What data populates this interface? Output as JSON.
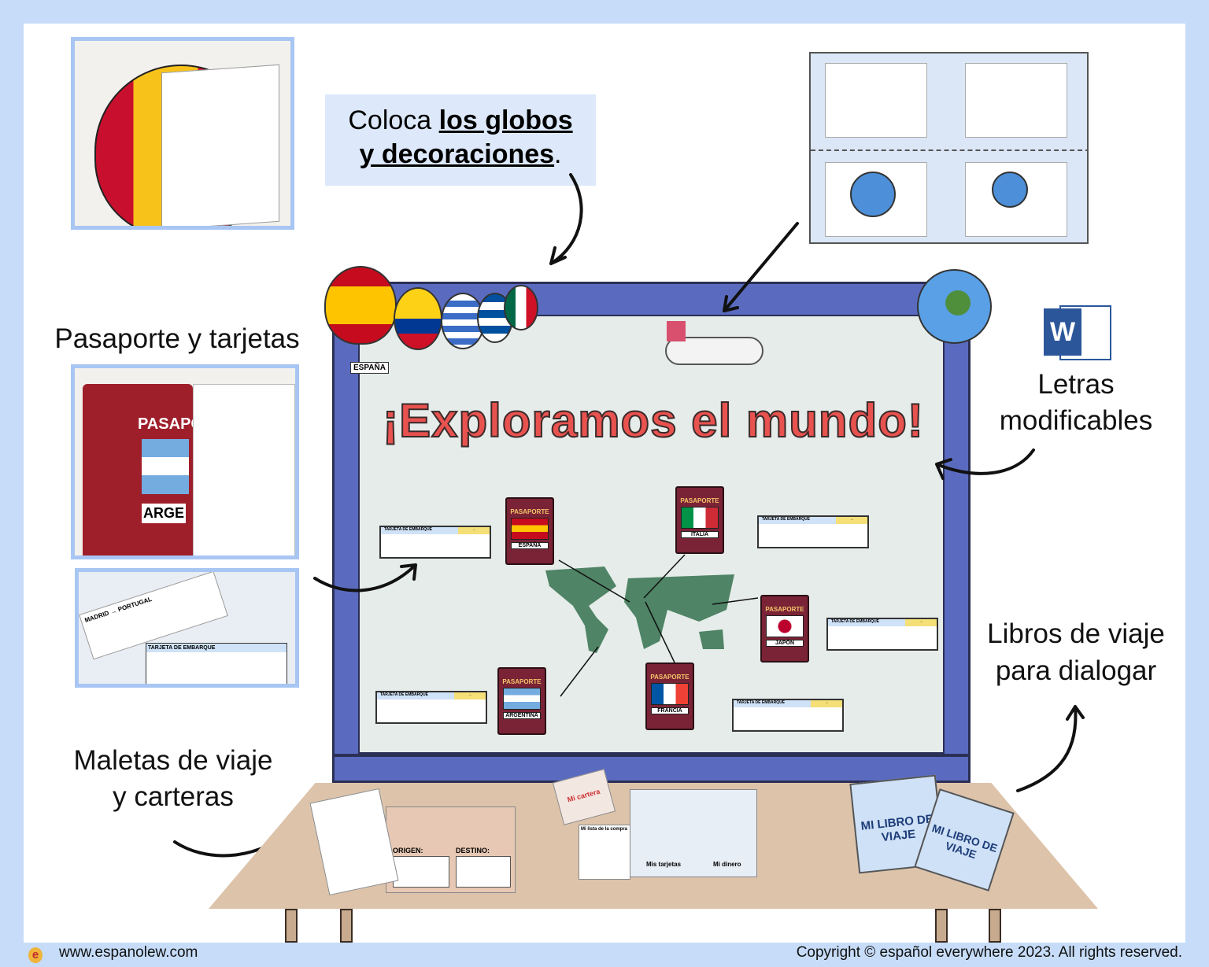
{
  "callout": {
    "prefix": "Coloca ",
    "bold1": "los globos",
    "bold2": "y decoraciones",
    "suffix": "."
  },
  "labels": {
    "passport": "Pasaporte y tarjetas",
    "letters_line1": "Letras",
    "letters_line2": "modificables",
    "books_line1": "Libros de viaje",
    "books_line2": "para dialogar",
    "suitcases_line1": "Maletas de viaje",
    "suitcases_line2": "y carteras"
  },
  "board": {
    "title_open": "¡",
    "title": "Exploramos el mundo",
    "title_close": "!"
  },
  "passports": [
    {
      "heading": "PASAPORTE",
      "country": "ESPAÑA",
      "flag": [
        "#c60b1e",
        "#ffc400",
        "#c60b1e"
      ],
      "dir": "h"
    },
    {
      "heading": "PASAPORTE",
      "country": "ITALIA",
      "flag": [
        "#009246",
        "#ffffff",
        "#ce2b37"
      ],
      "dir": "v"
    },
    {
      "heading": "PASAPORTE",
      "country": "JAPÓN",
      "flag": [
        "#ffffff",
        "#ffffff",
        "#ffffff"
      ],
      "dir": "h"
    },
    {
      "heading": "PASAPORTE",
      "country": "ARGENTINA",
      "flag": [
        "#74acdf",
        "#ffffff",
        "#74acdf"
      ],
      "dir": "h"
    },
    {
      "heading": "PASAPORTE",
      "country": "FRANCIA",
      "flag": [
        "#0055a4",
        "#ffffff",
        "#ef4135"
      ],
      "dir": "v"
    }
  ],
  "ticket": {
    "heading": "TARJETA DE EMBARQUE",
    "arrow": "→"
  },
  "photos": {
    "passport_cover": "PASAPORTE",
    "passport_country": "ARGE",
    "boarding_pass": "TARJETA DE EMBARQUE",
    "route": "MADRID → PORTUGAL",
    "wallet_origin": "ORIGEN:",
    "wallet_dest": "DESTINO:",
    "wallet_title": "Mi cartera",
    "cards": "Mis tarjetas",
    "money": "Mi dinero",
    "shopping": "Mi lista de la compra",
    "book": "MI LIBRO DE VIAJE",
    "balloon_country": "ESPAÑA"
  },
  "word_icon": {
    "letter": "W",
    "color": "#2b579a"
  },
  "footer": {
    "website": "www.espanolew.com",
    "copyright": "Copyright © español everywhere 2023. All rights reserved."
  },
  "colors": {
    "border": "#c6dcf8",
    "frame": "#5a6bbf",
    "board": "#e6ece9",
    "title": "#e8524f",
    "passport": "#7b2336",
    "map": "#4f8466",
    "table": "#dcc3aa"
  }
}
